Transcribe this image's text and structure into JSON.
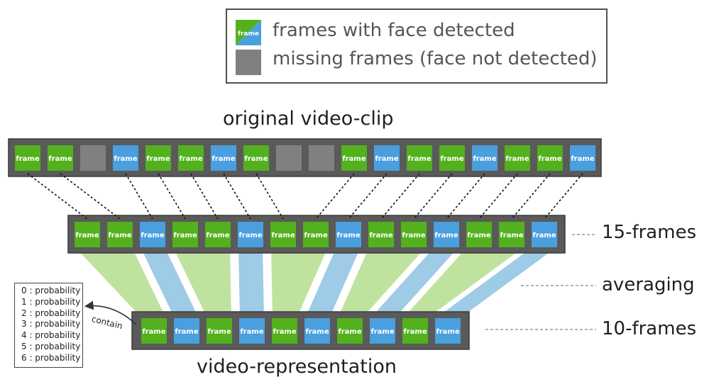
{
  "legend": {
    "detected_label": "frames with face detected",
    "missing_label": "missing frames (face not detected)",
    "swatch_text": "frame"
  },
  "colors": {
    "green": "#52b11d",
    "blue": "#4a9fdf",
    "gray": "#808080",
    "bar": "#5a5a5a",
    "band_green": "#c0e29f",
    "band_blue": "#9ecbe6"
  },
  "title": "original video-clip",
  "frame_text": "frame",
  "original_frames": [
    "green",
    "green",
    "gray",
    "blue",
    "green",
    "green",
    "blue",
    "green",
    "gray",
    "gray",
    "green",
    "blue",
    "green",
    "green",
    "blue",
    "green",
    "green",
    "blue"
  ],
  "sampled_frames": [
    "green",
    "green",
    "blue",
    "green",
    "green",
    "blue",
    "green",
    "green",
    "blue",
    "green",
    "green",
    "blue",
    "green",
    "green",
    "blue"
  ],
  "rep_frames": [
    "green",
    "blue",
    "green",
    "blue",
    "green",
    "blue",
    "green",
    "blue",
    "green",
    "blue"
  ],
  "sampling_links": [
    [
      0,
      0
    ],
    [
      1,
      1
    ],
    [
      3,
      2
    ],
    [
      4,
      3
    ],
    [
      5,
      4
    ],
    [
      6,
      5
    ],
    [
      7,
      6
    ],
    [
      10,
      7
    ],
    [
      11,
      8
    ],
    [
      12,
      9
    ],
    [
      13,
      10
    ],
    [
      14,
      11
    ],
    [
      15,
      12
    ],
    [
      16,
      13
    ],
    [
      17,
      14
    ]
  ],
  "averaging_bands": [
    {
      "color": "band_green",
      "from": [
        0,
        1
      ],
      "to": 0
    },
    {
      "color": "band_blue",
      "from": [
        2,
        2
      ],
      "to": 1
    },
    {
      "color": "band_green",
      "from": [
        3,
        4
      ],
      "to": 2
    },
    {
      "color": "band_blue",
      "from": [
        5,
        5
      ],
      "to": 3
    },
    {
      "color": "band_green",
      "from": [
        6,
        7
      ],
      "to": 4
    },
    {
      "color": "band_blue",
      "from": [
        8,
        8
      ],
      "to": 5
    },
    {
      "color": "band_green",
      "from": [
        9,
        10
      ],
      "to": 6
    },
    {
      "color": "band_blue",
      "from": [
        11,
        11
      ],
      "to": 7
    },
    {
      "color": "band_green",
      "from": [
        12,
        13
      ],
      "to": 8
    },
    {
      "color": "band_blue",
      "from": [
        14,
        14
      ],
      "to": 9
    }
  ],
  "labels": {
    "fifteen": "15-frames",
    "averaging": "averaging",
    "ten": "10-frames",
    "representation": "video-representation",
    "contain": "contain"
  },
  "probabilities": [
    "0 : probability",
    "1 : probability",
    "2 : probability",
    "3 : probability",
    "4 : probability",
    "5 : probability",
    "6 : probability"
  ]
}
